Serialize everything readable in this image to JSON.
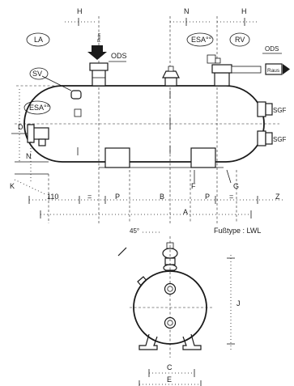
{
  "labels": {
    "h_left": "H",
    "n_top": "N",
    "h_right": "H",
    "la": "LA",
    "rein": "Rein",
    "ods_left": "ODS",
    "esa_top": "ESA°°",
    "rv": "RV",
    "ods_right": "ODS",
    "raus": "Raus",
    "sv": "SV",
    "esa_left": "ESA°°",
    "sgf_top": "SGF",
    "sgf_bottom": "SGF",
    "d": "D",
    "n_left": "N",
    "k": "K",
    "f": "F",
    "g": "G",
    "dim_110": "110",
    "eq1": "=",
    "p1": "P",
    "b": "B",
    "p2": "P",
    "eq2": "=",
    "z": "Z",
    "a": "A",
    "angle": "45°",
    "foot_type": "Fußtype : LWL",
    "j": "J",
    "c": "C",
    "e": "E"
  }
}
